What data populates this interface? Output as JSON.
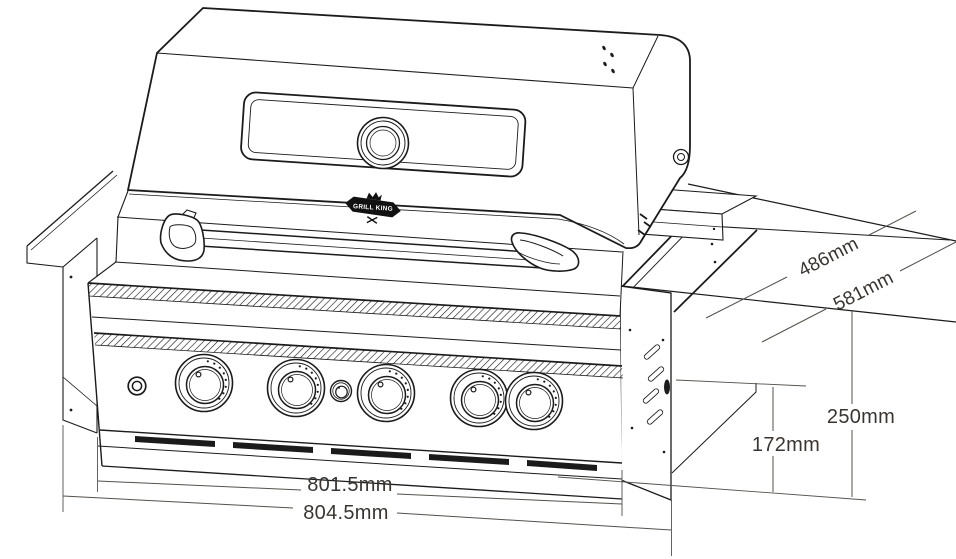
{
  "logo": {
    "text": "GRILL KING"
  },
  "dimension_labels": {
    "inner_depth": "486mm",
    "outer_depth": "581mm",
    "inner_height": "172mm",
    "outer_height": "250mm",
    "inner_width": "801.5mm",
    "outer_width": "804.5mm"
  },
  "colors": {
    "line": "#1b1b1b",
    "dimension_line": "#55504b",
    "dimension_text": "#3a3531",
    "background": "#ffffff"
  }
}
